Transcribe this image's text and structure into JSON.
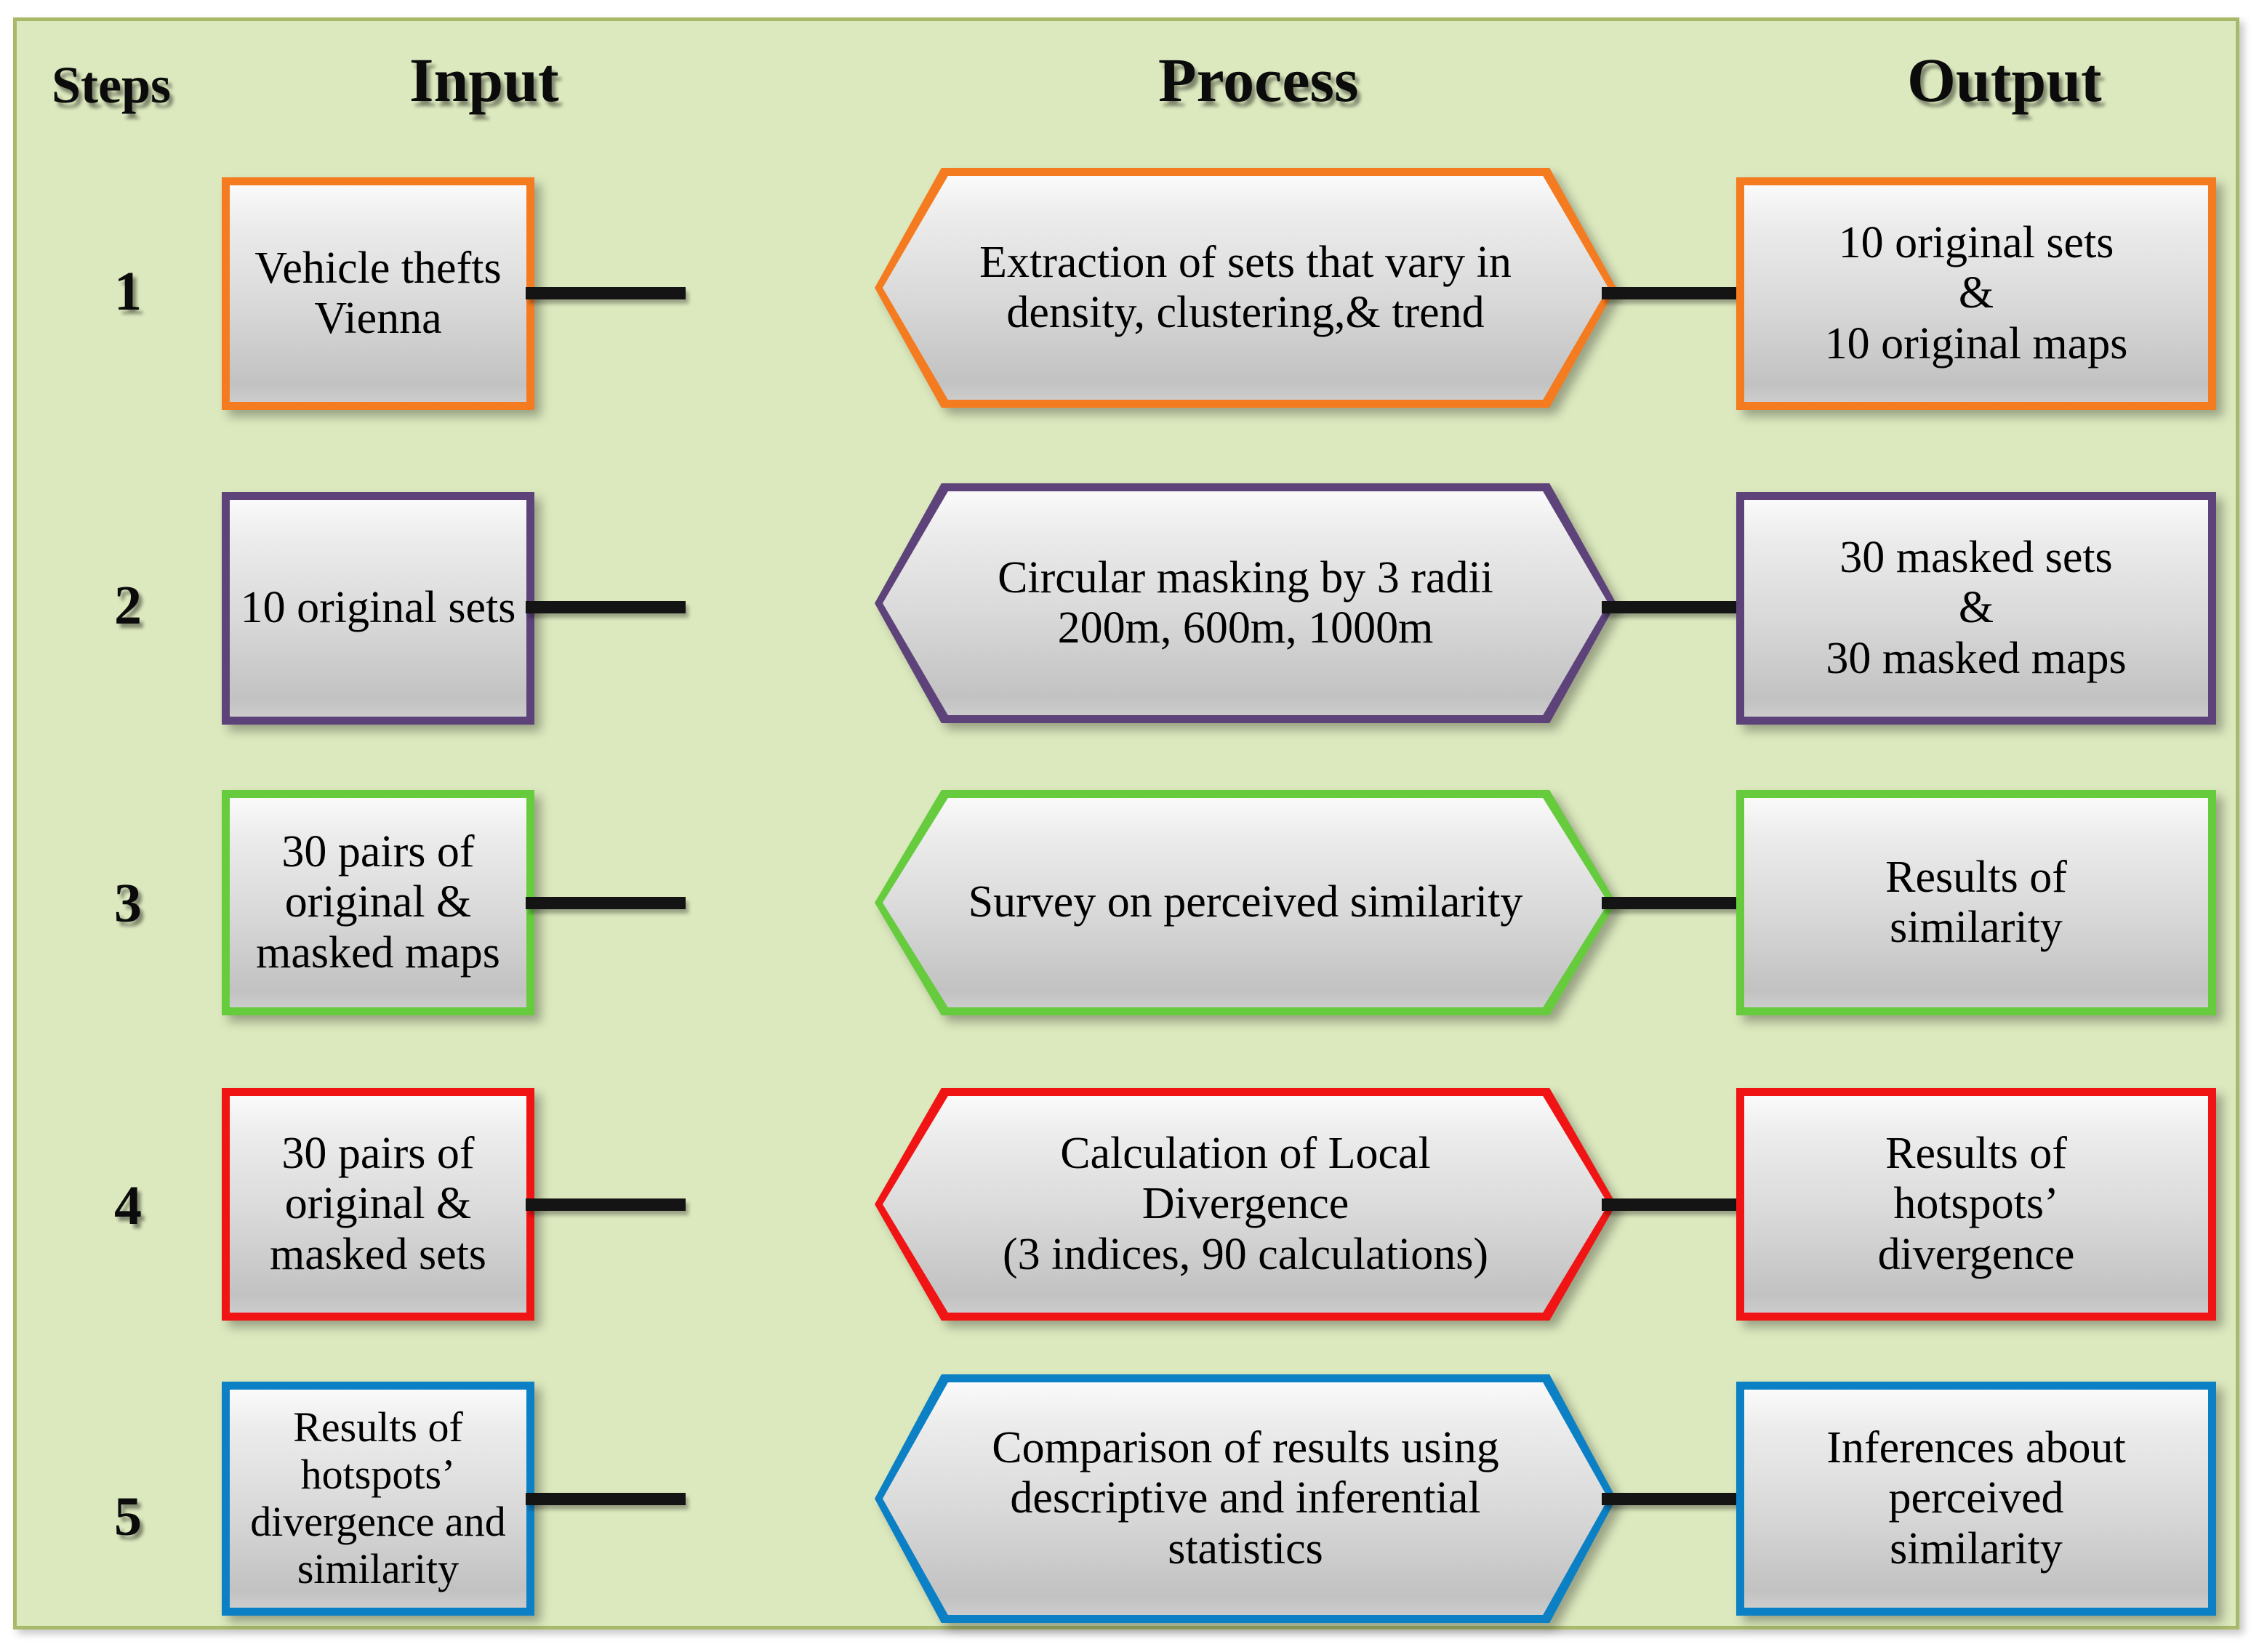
{
  "panel": {
    "background_color": "#DCE9BE",
    "frame_color": "#A8B96A"
  },
  "headings": {
    "steps": "Steps",
    "input": "Input",
    "process": "Process",
    "output": "Output"
  },
  "rows": [
    {
      "step": "1",
      "color": "#F47B20",
      "input": "Vehicle thefts\nVienna",
      "process": "Extraction of sets that vary in\ndensity, clustering,& trend",
      "output": "10 original sets\n&\n10 original maps"
    },
    {
      "step": "2",
      "color": "#5D4379",
      "input": "10 original sets",
      "process": "Circular masking by 3 radii\n200m, 600m, 1000m",
      "output": "30 masked sets\n&\n30 masked maps"
    },
    {
      "step": "3",
      "color": "#66CC3E",
      "input": "30 pairs of\noriginal &\nmasked maps",
      "process": "Survey on perceived similarity",
      "output": "Results of\nsimilarity"
    },
    {
      "step": "4",
      "color": "#F01414",
      "input": "30 pairs of\noriginal &\nmasked sets",
      "process": "Calculation of Local\nDivergence\n(3 indices, 90 calculations)",
      "output": "Results of\nhotspots’\ndivergence"
    },
    {
      "step": "5",
      "color": "#0C80C4",
      "input": "Results of hotspots’\ndivergence and\nsimilarity",
      "process": "Comparison of results using\ndescriptive and inferential\nstatistics",
      "output": "Inferences about\nperceived\nsimilarity"
    }
  ]
}
